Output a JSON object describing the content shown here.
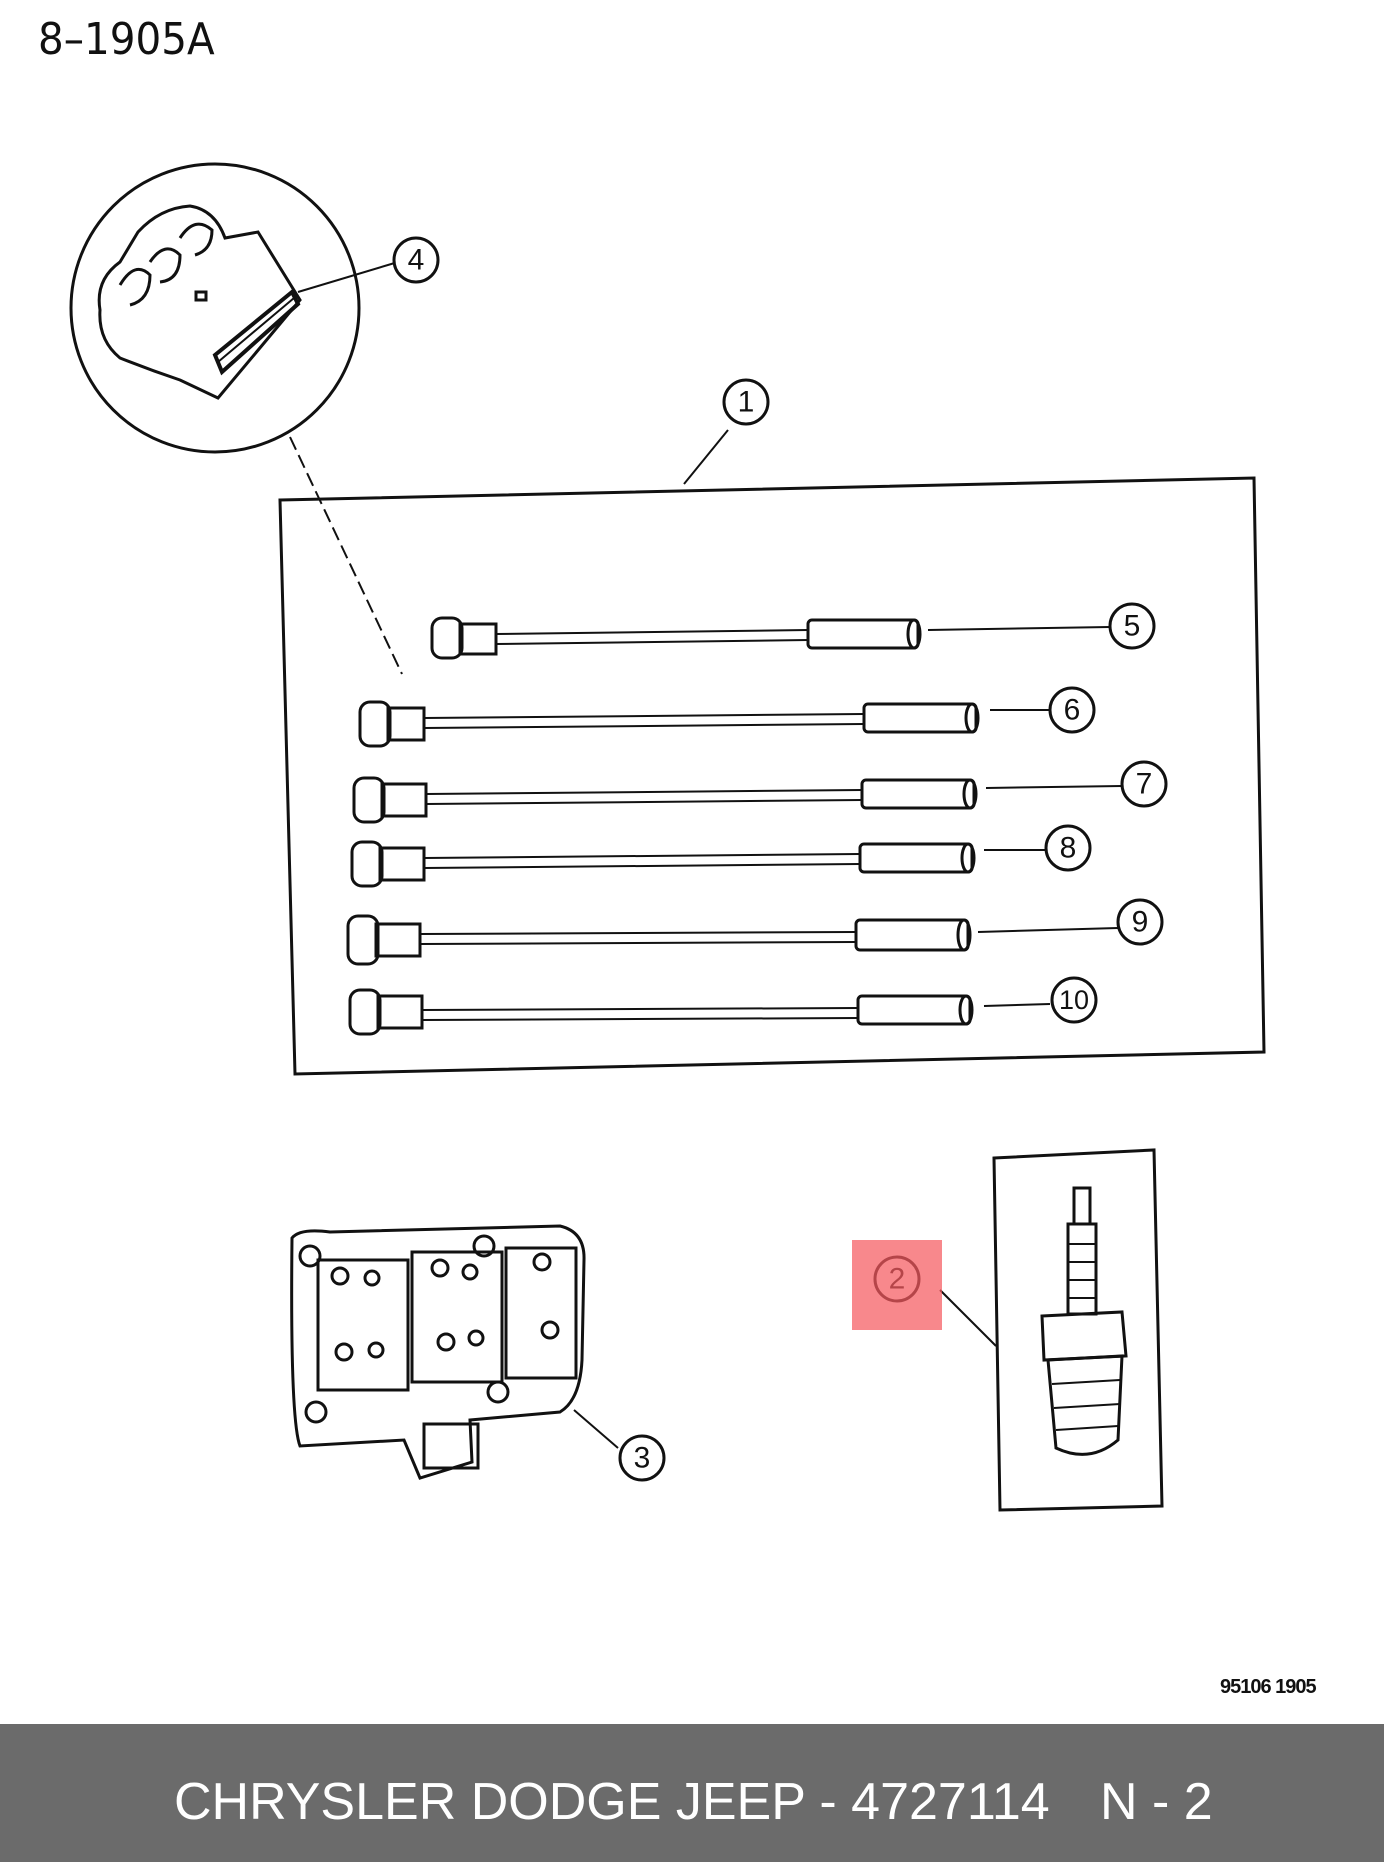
{
  "diagram": {
    "title": "8–1905A",
    "figure_code": "95106  1905",
    "callouts": [
      "1",
      "2",
      "3",
      "4",
      "5",
      "6",
      "7",
      "8",
      "9",
      "10"
    ]
  },
  "footer": {
    "part_text": "CHRYSLER DODGE JEEP - 4727114",
    "position_text": "N - 2",
    "background": "#6b6b6b",
    "text_color": "#ffffff"
  },
  "highlight": {
    "target_callout": "2",
    "color": "#f55a5f"
  }
}
